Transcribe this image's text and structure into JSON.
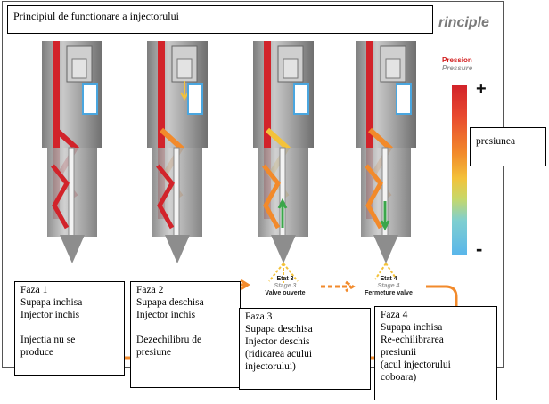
{
  "header": {
    "title": "Principiul de functionare a injectorului",
    "principle": "rinciple"
  },
  "legend": {
    "title_fr": "Pression",
    "title_en": "Pressure",
    "plus": "+",
    "minus": "-",
    "note": "presiunea"
  },
  "stages": [
    {
      "title_fr": "Etat 3",
      "title_en": "Stage 3",
      "desc": "Valve ouverte"
    },
    {
      "title_fr": "Etat 4",
      "title_en": "Stage 4",
      "desc": "Fermeture valve"
    }
  ],
  "phases": [
    {
      "title": "Faza 1",
      "lines": [
        "Supapa inchisa",
        "Injector inchis",
        "",
        "Injectia nu se",
        "produce"
      ]
    },
    {
      "title": "Faza 2",
      "lines": [
        "Supapa deschisa",
        "Injector inchis",
        "",
        "Dezechilibru de",
        "presiune"
      ]
    },
    {
      "title": "Faza 3",
      "lines": [
        "Supapa deschisa",
        "Injector deschis",
        "(ridicarea acului",
        "injectorului)"
      ]
    },
    {
      "title": "Faza 4",
      "lines": [
        "Supapa inchisa",
        "Re-echilibrarea",
        "presiunii",
        "(acul injectorului",
        "coboara)"
      ]
    }
  ],
  "colors": {
    "high_pressure": "#d2232a",
    "mid_pressure": "#f28a2b",
    "low_pressure": "#5ab6ea",
    "body_gray": "#9a9a9a"
  }
}
